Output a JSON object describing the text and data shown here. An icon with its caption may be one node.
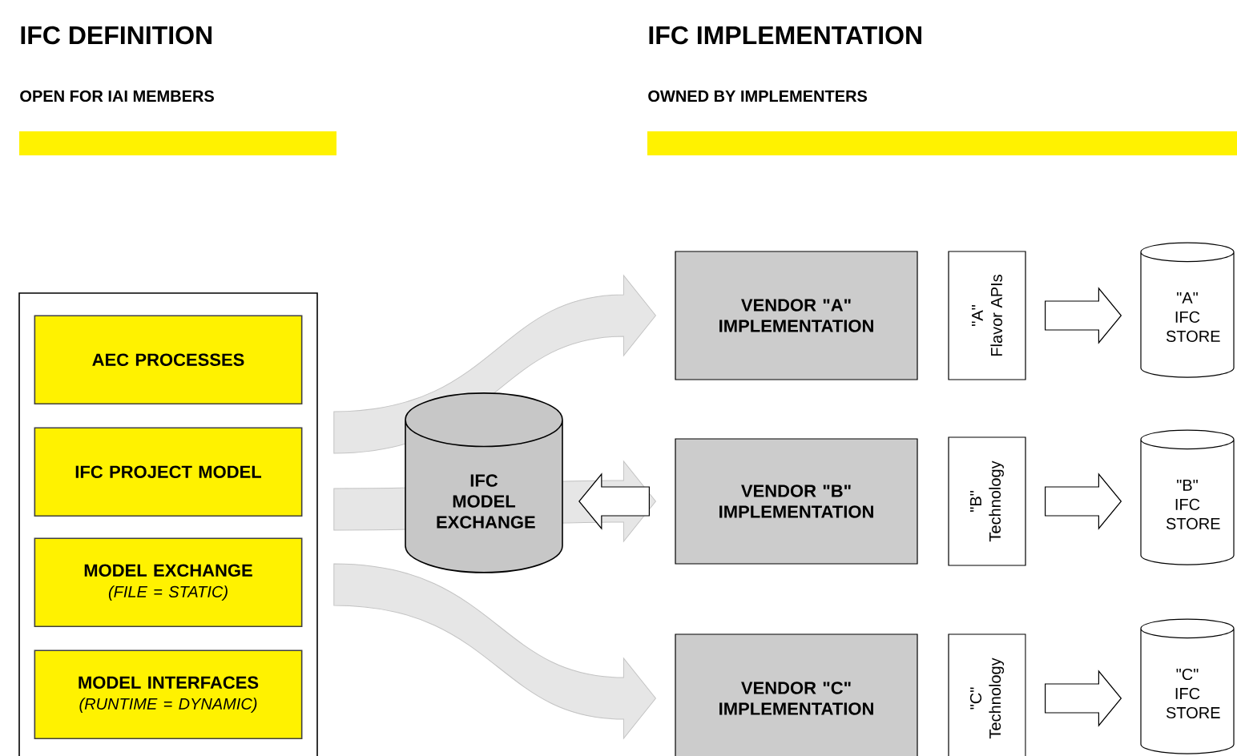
{
  "diagram": {
    "nodes": [
      {
        "text": [],
        "shape": "box"
      },
      {
        "text": [
          "AEC PROCESSES"
        ],
        "in": 0
      },
      {
        "text": [
          "IFC PROJECT MODEL"
        ],
        "in": 0
      },
      {
        "text": [
          "MODEL EXCHANGE",
          "(FILE = STATIC)"
        ],
        "in": 0
      },
      {
        "text": [
          "MODEL INTERFACES",
          "(RUNTIME = DYNAMIC)"
        ],
        "in": 0
      },
      {
        "text": [
          "IFC MODEL EXCHANGE"
        ]
      },
      {
        "text": [
          "VENDOR \"A\" IMPLEMENTATION"
        ]
      },
      {
        "text": [
          "\"A\"",
          "Flavor APIs"
        ]
      },
      {
        "text": [
          "\"A\" IFC STORE"
        ]
      },
      {
        "text": [
          "VENDOR \"B\" IMPLEMENTATION"
        ]
      },
      {
        "text": [
          "\"B\"",
          "Technology"
        ]
      },
      {
        "text": [
          "\"B\" IFC STORE"
        ]
      },
      {
        "text": [
          "VENDOR \"C\" IMPLEMENTATION"
        ]
      },
      {
        "text": [
          "\"C\"",
          "Technology"
        ]
      },
      {
        "text": [
          "\"C\" IFC STORE"
        ]
      }
    ],
    "edges": [
      {
        "from": 0,
        "to": 6,
        "arrow": "to",
        "color": "#e6e6e6"
      },
      {
        "from": 0,
        "to": 9,
        "arrow": "to",
        "color": "#e6e6e6"
      },
      {
        "from": 0,
        "to": 12,
        "arrow": "to",
        "color": "#e6e6e6"
      },
      {
        "from": 9,
        "to": 5,
        "arrow": "to"
      },
      {
        "from": 7,
        "to": 8,
        "arrow": "to"
      },
      {
        "from": 10,
        "to": 11,
        "arrow": "to"
      },
      {
        "from": 13,
        "to": 14,
        "arrow": "to"
      }
    ],
    "labels": [
      "IFC DEFINITION",
      "IFC IMPLEMENTATION",
      "OPEN FOR IAI MEMBERS",
      "OWNED BY IMPLEMENTERS"
    ]
  }
}
